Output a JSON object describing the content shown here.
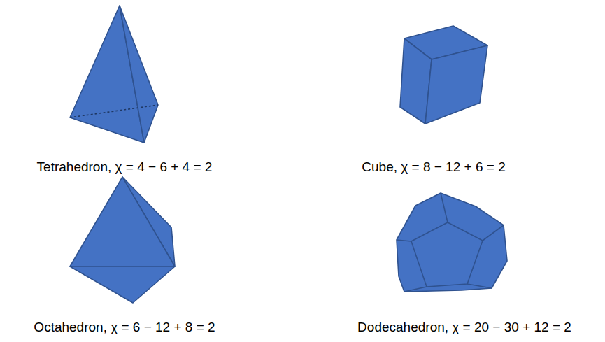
{
  "diagram": {
    "labels": [
      "Tetrahedron, χ = 4 − 6 + 4 = 2",
      "Cube, χ = 8 − 12 + 6 = 2",
      "Octahedron, χ = 6 − 12 + 8 = 2",
      "Dodecahedron, χ = 20 − 30 + 12 = 2"
    ]
  }
}
